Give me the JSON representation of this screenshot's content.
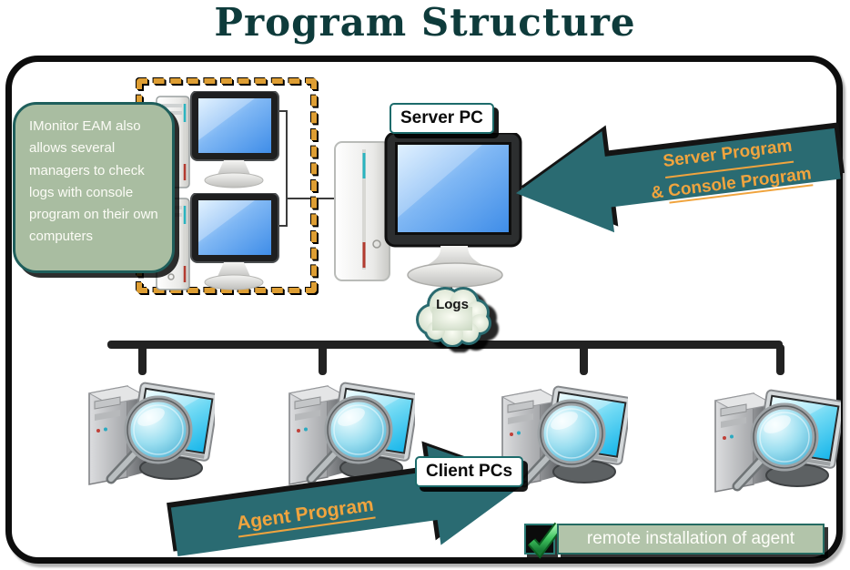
{
  "title": "Program Structure",
  "note": {
    "text": "IMonitor EAM also allows several managers to check logs with console program on their own computers"
  },
  "server": {
    "label": "Server PC"
  },
  "clients": {
    "label": "Client PCs"
  },
  "logs": {
    "label": "Logs"
  },
  "arrows": {
    "server_console": {
      "line1": "Server Program",
      "amp": "& ",
      "line2": "Console Program"
    },
    "agent": {
      "label": "Agent Program"
    }
  },
  "footer": {
    "remote_label": "remote installation of agent"
  },
  "icons": {
    "check": "green-check-icon",
    "cloud": "logs-cloud",
    "server_pc": "server-desktop-computer",
    "console_pc": "console-desktop-computer",
    "client_pc": "client-computer-with-magnifier"
  },
  "colors": {
    "title": "#0e3b3b",
    "teal_arrow": "#2a6b72",
    "orange_text": "#f0a43e",
    "sage_box": "#a9bda1",
    "dashed_border": "#de9e33",
    "frame_border": "#0d0d0d",
    "screen_blue": "#3f8de8",
    "check_green": "#2fb553"
  }
}
